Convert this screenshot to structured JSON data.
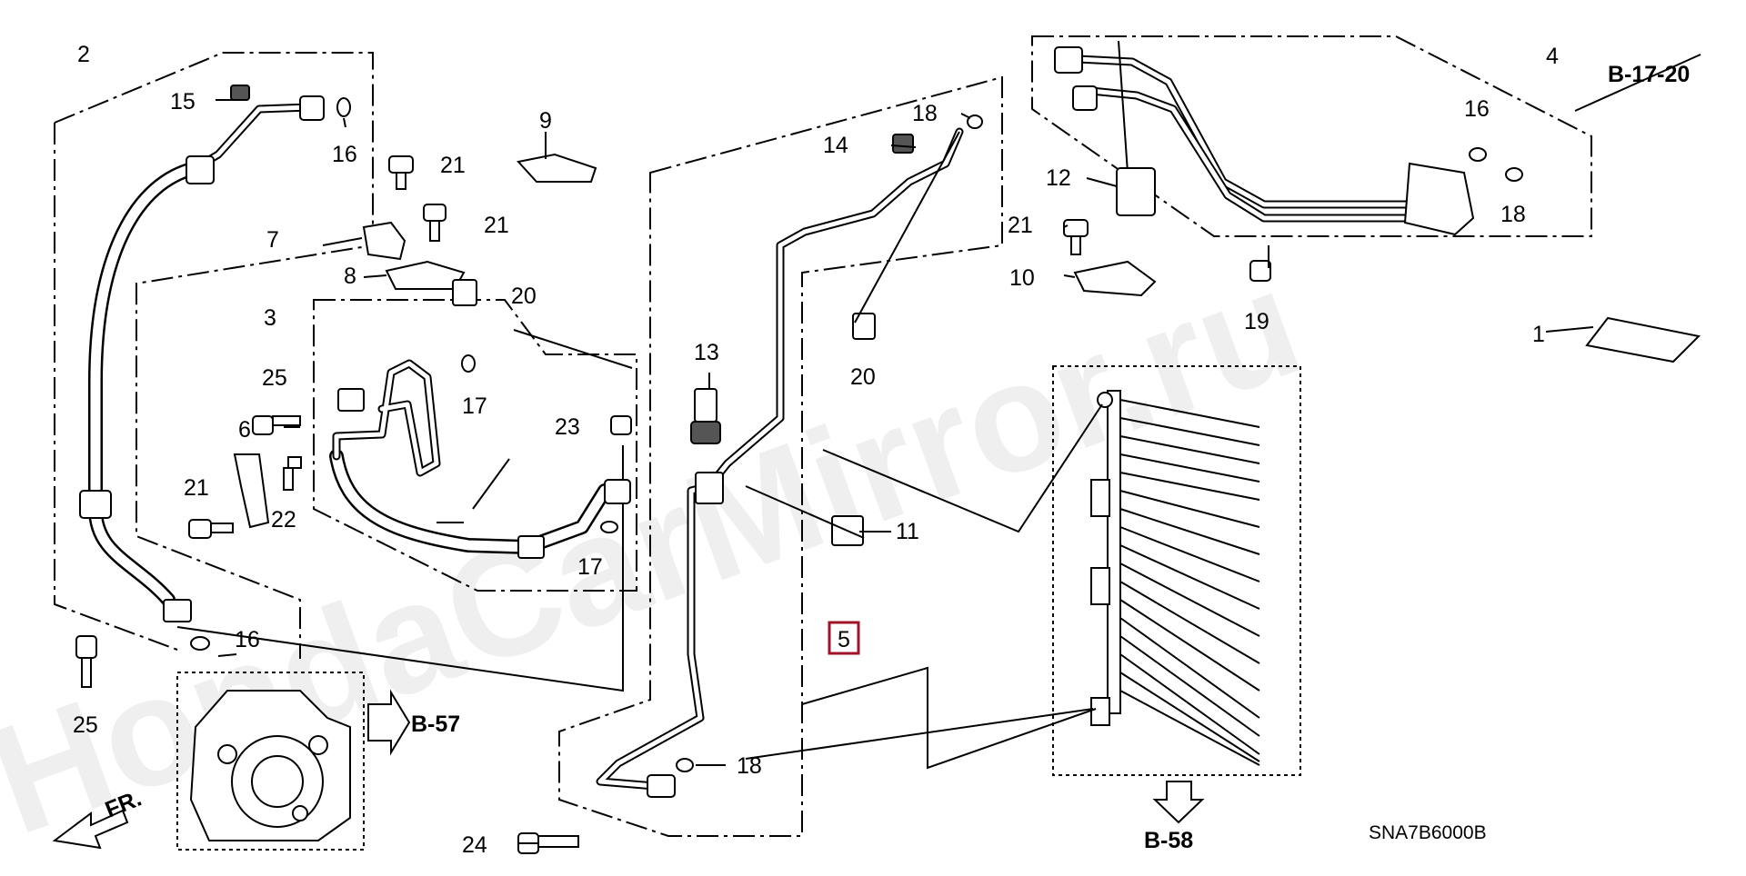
{
  "labels": {
    "l1": "1",
    "l2": "2",
    "l3": "3",
    "l4": "4",
    "l5": "5",
    "l6": "6",
    "l7": "7",
    "l8": "8",
    "l9": "9",
    "l10": "10",
    "l11": "11",
    "l12": "12",
    "l13": "13",
    "l14": "14",
    "l15": "15",
    "l16a": "16",
    "l16b": "16",
    "l16c": "16",
    "l17a": "17",
    "l17b": "17",
    "l18a": "18",
    "l18b": "18",
    "l18c": "18",
    "l19": "19",
    "l20a": "20",
    "l20b": "20",
    "l21a": "21",
    "l21b": "21",
    "l21c": "21",
    "l21d": "21",
    "l22": "22",
    "l23": "23",
    "l24": "24",
    "l25a": "25",
    "l25b": "25"
  },
  "references": {
    "b1720": "B-17-20",
    "b57": "B-57",
    "b58": "B-58",
    "front": "FR."
  },
  "diagram_code": "SNA7B6000B",
  "watermark": "HondaCarMirror.ru",
  "highlight_color": "#a0142a"
}
